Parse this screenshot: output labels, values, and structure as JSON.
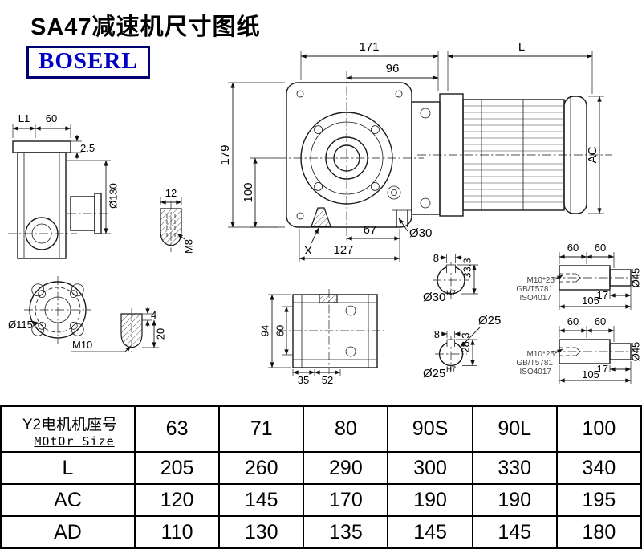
{
  "title": "SA47减速机尺寸图纸",
  "logo": "BOSERL",
  "drawing": {
    "front_view": {
      "d171": "171",
      "d96": "96",
      "dL": "L",
      "d179": "179",
      "d100": "100",
      "dAC": "AC",
      "d67": "67",
      "dO30": "Ø30",
      "dX": "X",
      "d127": "127"
    },
    "side_view": {
      "dL1": "L1",
      "d60": "60",
      "d2_5": "2.5",
      "dO130": "Ø130"
    },
    "flange_view": {
      "dO115": "Ø115",
      "dM10": "M10"
    },
    "key1": {
      "d12": "12",
      "dM8": "M8"
    },
    "key2": {
      "d4": "4",
      "d20": "20"
    },
    "bottom_view": {
      "d94": "94",
      "d60": "60",
      "d35": "35",
      "d52": "52"
    },
    "sec30": {
      "d8": "8",
      "d33_3": "33.3",
      "label": "Ø30",
      "tol": "H7"
    },
    "sec25": {
      "d8": "8",
      "d28_3": "28.3",
      "dO25": "Ø25",
      "label": "Ø25",
      "tol": "H7"
    },
    "se1": {
      "d60a": "60",
      "d60b": "60",
      "thread": "M10*25",
      "std1": "GB/T5781",
      "std2": "ISO4017",
      "d17": "17",
      "d105": "105",
      "dO45": "Ø45"
    },
    "se2": {
      "d60a": "60",
      "d60b": "60",
      "thread": "M10*25",
      "std1": "GB/T5781",
      "std2": "ISO4017",
      "d17": "17",
      "d105": "105",
      "dO45": "Ø45"
    }
  },
  "table": {
    "header": {
      "line1": "Y2电机机座号",
      "line2": "MOtOr Size"
    },
    "motor_sizes": [
      "63",
      "71",
      "80",
      "90S",
      "90L",
      "100"
    ],
    "rows": [
      {
        "label": "L",
        "values": [
          "205",
          "260",
          "290",
          "300",
          "330",
          "340"
        ]
      },
      {
        "label": "AC",
        "values": [
          "120",
          "145",
          "170",
          "190",
          "190",
          "195"
        ]
      },
      {
        "label": "AD",
        "values": [
          "110",
          "130",
          "135",
          "145",
          "145",
          "180"
        ]
      }
    ]
  }
}
